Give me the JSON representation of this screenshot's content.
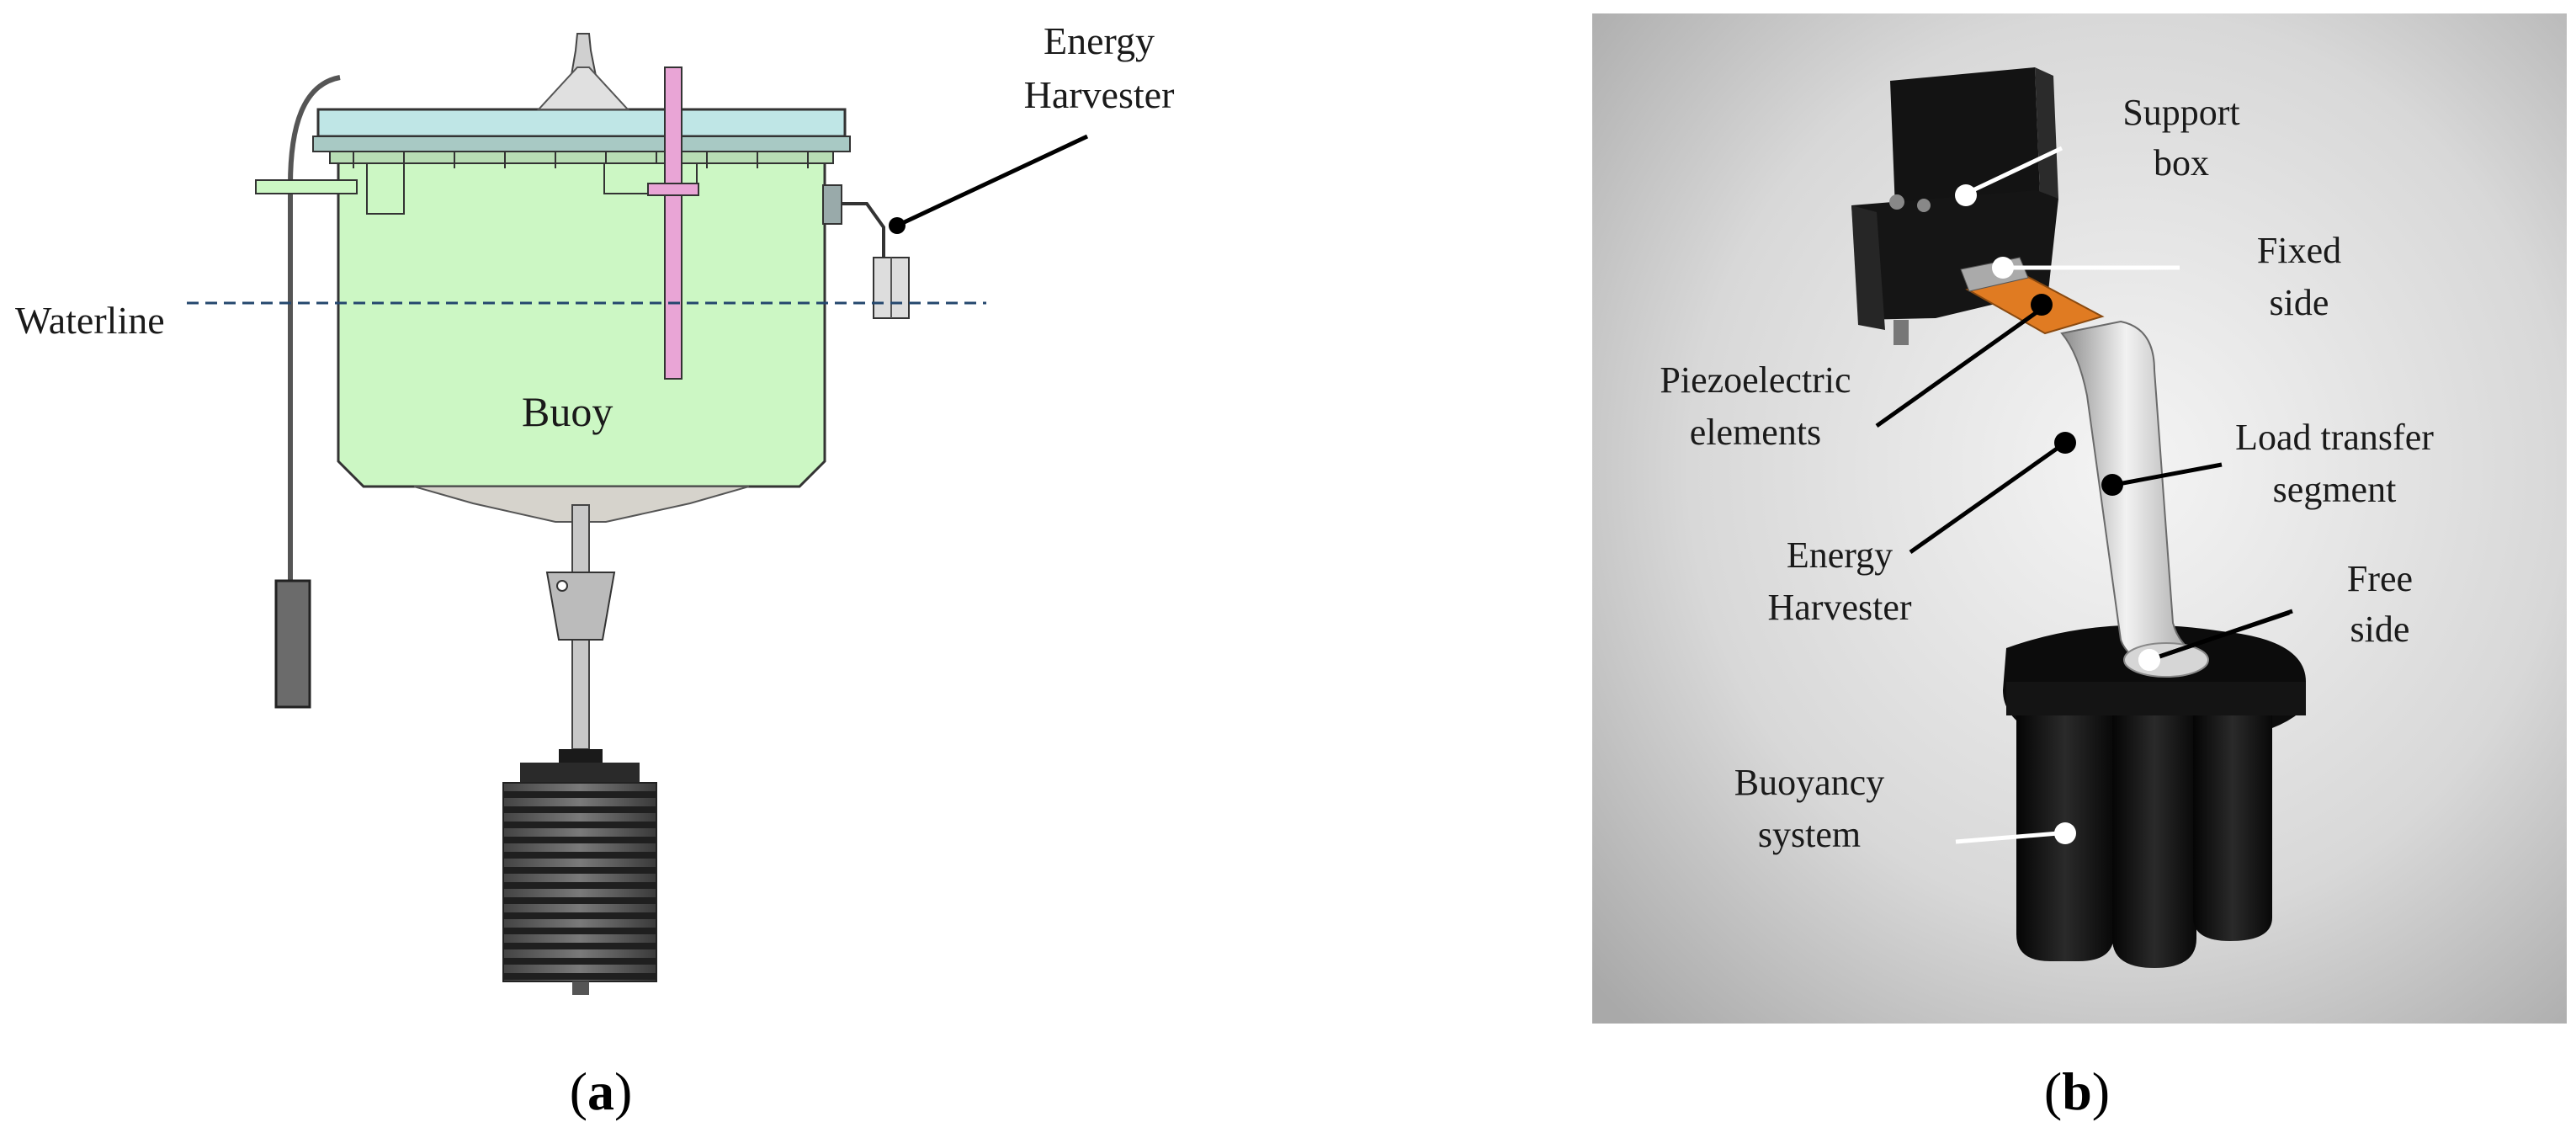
{
  "panel_a": {
    "caption_open": "(",
    "caption_letter": "a",
    "caption_close": ")",
    "labels": {
      "energy_harvester_line1": "Energy",
      "energy_harvester_line2": "Harvester",
      "waterline": "Waterline",
      "buoy": "Buoy"
    },
    "colors": {
      "buoy_body": "#ccf7c4",
      "lid": "#bfe6e6",
      "rod": "#e9a5d6",
      "waterline": "#24476e"
    }
  },
  "panel_b": {
    "caption_open": "(",
    "caption_letter": "b",
    "caption_close": ")",
    "labels": {
      "support_box_line1": "Support",
      "support_box_line2": "box",
      "fixed_side_line1": "Fixed",
      "fixed_side_line2": "side",
      "piezo_line1": "Piezoelectric",
      "piezo_line2": "elements",
      "load_transfer_line1": "Load transfer",
      "load_transfer_line2": "segment",
      "energy_harvester_line1": "Energy",
      "energy_harvester_line2": "Harvester",
      "free_side_line1": "Free",
      "free_side_line2": "side",
      "buoyancy_line1": "Buoyancy",
      "buoyancy_line2": "system"
    },
    "colors": {
      "render_bg": "#cfcfcf",
      "piezo": "#e07b22",
      "black_parts": "#111111",
      "steel": "#c8c8c8"
    }
  }
}
